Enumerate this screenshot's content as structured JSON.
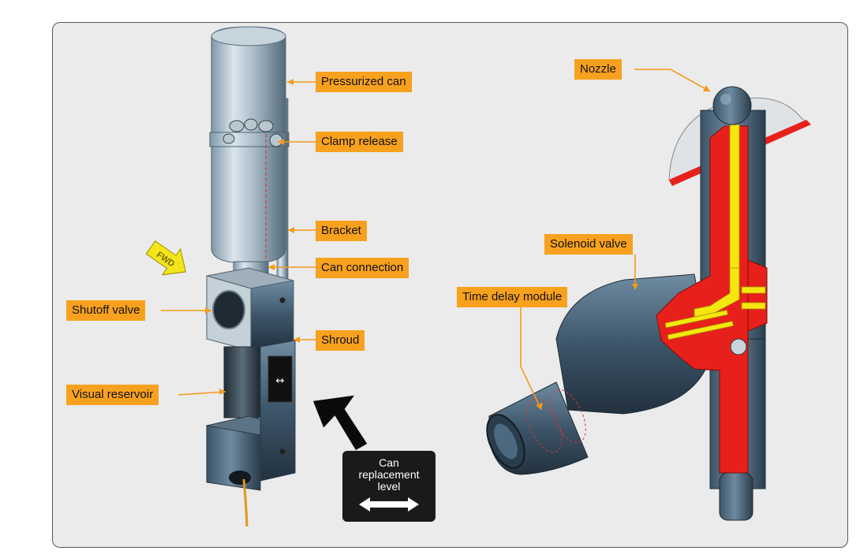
{
  "labels": {
    "pressurized_can": "Pressurized can",
    "clamp_release": "Clamp release",
    "bracket": "Bracket",
    "can_connection": "Can connection",
    "shroud": "Shroud",
    "shutoff_valve": "Shutoff valve",
    "visual_reservoir": "Visual reservoir",
    "nozzle": "Nozzle",
    "solenoid_valve": "Solenoid valve",
    "time_delay_module": "Time delay module"
  },
  "fwd_marker": "FWD",
  "can_level_box": {
    "line1": "Can",
    "line2": "replacement",
    "line3": "level"
  },
  "colors": {
    "label_fill": "#f7a11e",
    "leader": "#f39a1d",
    "cutaway_red": "#e8201c",
    "fluid_yellow": "#f5e60f"
  }
}
